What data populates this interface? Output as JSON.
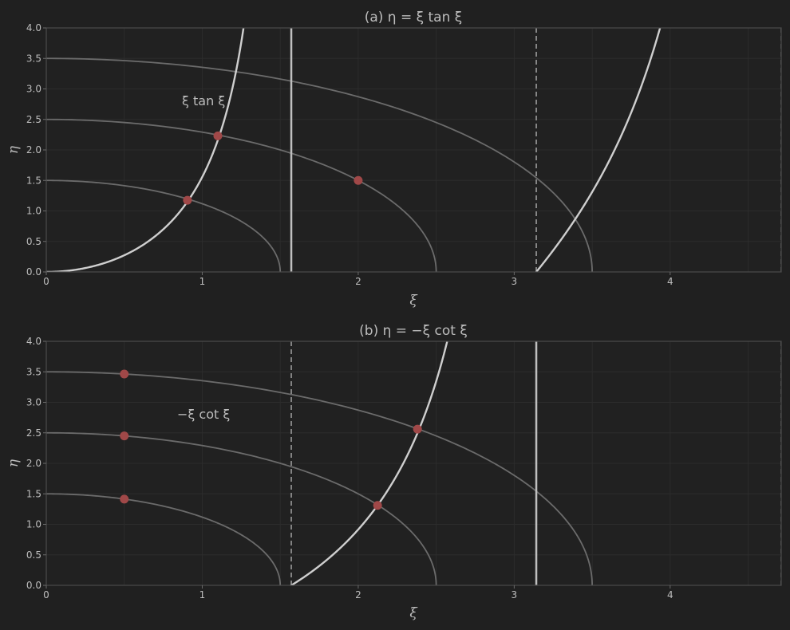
{
  "chart_data": [
    {
      "type": "line",
      "title": "(a) η = ξ tan ξ",
      "xlabel": "ξ",
      "ylabel": "η",
      "xlim": [
        0,
        4.712
      ],
      "ylim": [
        0,
        4.0
      ],
      "xticks": [
        0,
        1,
        2,
        3,
        4
      ],
      "yticks": [
        0.0,
        0.5,
        1.0,
        1.5,
        2.0,
        2.5,
        3.0,
        3.5,
        4.0
      ],
      "grid": true,
      "curve_function": "xi*tan(xi)",
      "curve_label": "ξ tan ξ",
      "circle_radii": [
        1.5,
        2.5,
        3.5
      ],
      "asymptotes_solid": [
        1.5708
      ],
      "asymptotes_dashed": [
        3.1416,
        4.7124
      ],
      "intersections": [
        {
          "x": 0.905,
          "y": 1.175
        },
        {
          "x": 1.1,
          "y": 2.23
        },
        {
          "x": 2.0,
          "y": 1.5
        }
      ],
      "colors": {
        "curve": "#cfcfcf",
        "circle": "#6b6b6b",
        "point": "#a04848",
        "asymptote": "#bfbfbf",
        "dashed": "#9a9a9a"
      }
    },
    {
      "type": "line",
      "title": "(b) η = −ξ cot ξ",
      "xlabel": "ξ",
      "ylabel": "η",
      "xlim": [
        0,
        4.712
      ],
      "ylim": [
        0,
        4.0
      ],
      "xticks": [
        0,
        1,
        2,
        3,
        4
      ],
      "yticks": [
        0.0,
        0.5,
        1.0,
        1.5,
        2.0,
        2.5,
        3.0,
        3.5,
        4.0
      ],
      "grid": true,
      "curve_function": "-xi*cot(xi)",
      "curve_label": "−ξ cot ξ",
      "circle_radii": [
        1.5,
        2.5,
        3.5
      ],
      "asymptotes_solid": [
        3.1416
      ],
      "asymptotes_dashed": [
        1.5708,
        4.7124
      ],
      "intersections": [
        {
          "x": 0.5,
          "y": 1.414
        },
        {
          "x": 0.5,
          "y": 2.449
        },
        {
          "x": 0.5,
          "y": 3.464
        },
        {
          "x": 2.124,
          "y": 1.311
        },
        {
          "x": 2.38,
          "y": 2.56
        }
      ],
      "colors": {
        "curve": "#cfcfcf",
        "circle": "#6b6b6b",
        "point": "#a04848",
        "asymptote": "#bfbfbf",
        "dashed": "#9a9a9a"
      }
    }
  ]
}
